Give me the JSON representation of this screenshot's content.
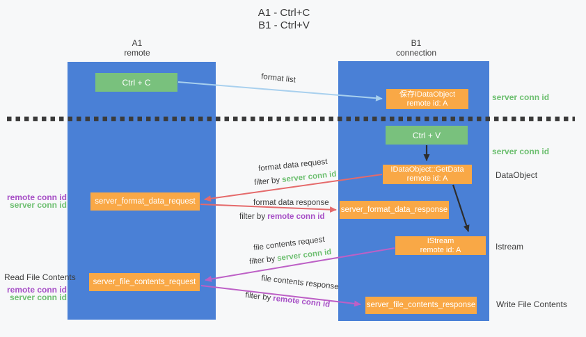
{
  "title": {
    "line1": "A1 - Ctrl+C",
    "line2": "B1 - Ctrl+V"
  },
  "lanes": {
    "left": {
      "name": "A1",
      "subtitle": "remote"
    },
    "right": {
      "name": "B1",
      "subtitle": "connection"
    }
  },
  "nodes": {
    "ctrl_c": {
      "label": "Ctrl + C"
    },
    "ctrl_v": {
      "label": "Ctrl + V"
    },
    "save_dataobject": {
      "line1": "保存IDataObject",
      "line2": "remote id: A"
    },
    "getdata": {
      "line1": "IDataObject::GetData",
      "line2": "remote id: A"
    },
    "istream": {
      "line1": "IStream",
      "line2": "remote id: A"
    },
    "format_request": {
      "label": "server_format_data_request"
    },
    "format_response": {
      "label": "server_format_data_response"
    },
    "file_request": {
      "label": "server_file_contents_request"
    },
    "file_response": {
      "label": "server_file_contents_response"
    }
  },
  "arrow_labels": {
    "format_list": "format list",
    "format_data_request": "format data request",
    "format_data_response": "format data response",
    "file_contents_request": "file contents request",
    "file_contents_response": "file contents response",
    "filter_by": "filter by",
    "server_conn_id": "server conn id",
    "remote_conn_id": "remote conn id"
  },
  "annotations": {
    "right_server_conn_id_1": "server conn id",
    "right_server_conn_id_2": "server conn id",
    "dataobject": "DataObject",
    "istream": "Istream",
    "write_file_contents": "Write File Contents",
    "read_file_contents": "Read File Contents",
    "left_remote_conn_id_1": "remote conn id",
    "left_server_conn_id_1": "server conn id",
    "left_remote_conn_id_2": "remote conn id",
    "left_server_conn_id_2": "server conn id"
  },
  "colors": {
    "lane_blue": "#4a80d6",
    "node_green": "#79c17d",
    "node_orange": "#f9a846",
    "arrow_lightblue": "#a8d0ee",
    "arrow_red": "#e56a6b",
    "arrow_magenta": "#bd60c6",
    "arrow_black": "#2d2d2d",
    "separator_dark": "#3b3b3b",
    "text_green": "#6dbf70",
    "text_purple": "#a64fc6",
    "text_dark": "#3d3d3d"
  }
}
